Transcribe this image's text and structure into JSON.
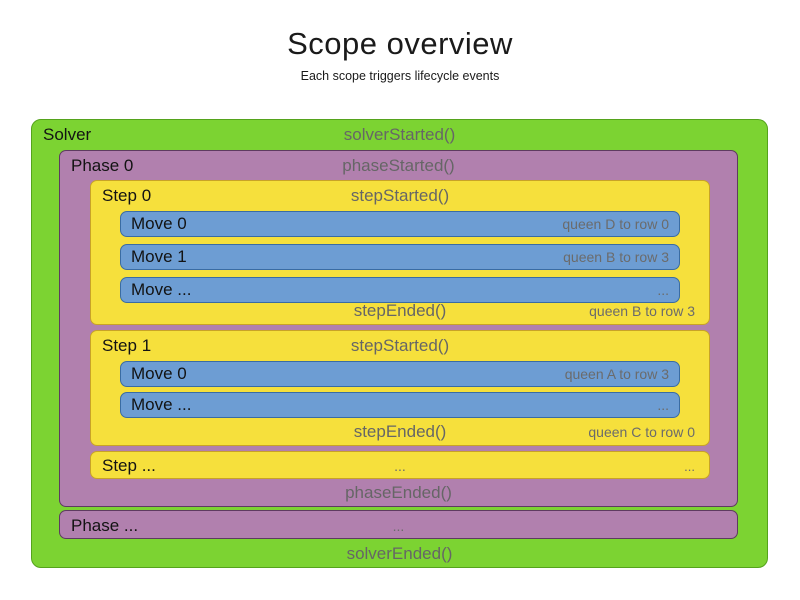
{
  "title": "Scope overview",
  "subtitle": "Each scope triggers lifecycle events",
  "colors": {
    "solver_fill": "#7cd332",
    "solver_border": "#55a31c",
    "phase_fill": "#b180ae",
    "phase_border": "#5e3b60",
    "step_fill": "#f6e03c",
    "step_border": "#c8a327",
    "move_fill": "#6d9dd3",
    "move_border": "#3a6ca3",
    "label_text": "#131313",
    "lifecycle_text": "#666666"
  },
  "solver": {
    "label": "Solver",
    "started": "solverStarted()",
    "ended": "solverEnded()",
    "phases": [
      {
        "label": "Phase 0",
        "started": "phaseStarted()",
        "ended": "phaseEnded()",
        "steps": [
          {
            "label": "Step 0",
            "started": "stepStarted()",
            "ended": "stepEnded()",
            "ended_note": "queen B to row 3",
            "moves": [
              {
                "label": "Move 0",
                "note": "queen D to row 0"
              },
              {
                "label": "Move 1",
                "note": "queen B to row 3"
              },
              {
                "label": "Move ...",
                "note": "..."
              }
            ]
          },
          {
            "label": "Step 1",
            "started": "stepStarted()",
            "ended": "stepEnded()",
            "ended_note": "queen C to row 0",
            "moves": [
              {
                "label": "Move 0",
                "note": "queen A to row 3"
              },
              {
                "label": "Move ...",
                "note": "..."
              }
            ]
          },
          {
            "label": "Step ...",
            "center": "...",
            "right": "..."
          }
        ]
      },
      {
        "label": "Phase ...",
        "center": "..."
      }
    ]
  }
}
